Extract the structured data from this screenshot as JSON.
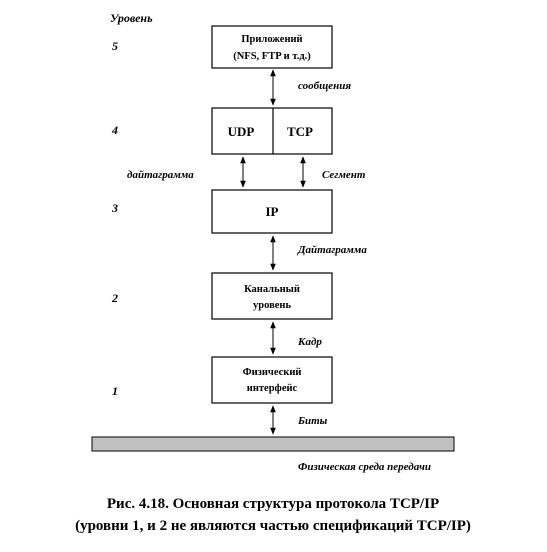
{
  "axis_title": "Уровень",
  "levels": [
    "5",
    "4",
    "3",
    "2",
    "1"
  ],
  "boxes": {
    "app_line1": "Приложений",
    "app_line2": "(NFS, FTP и т.д.)",
    "udp": "UDP",
    "tcp": "TCP",
    "ip": "IP",
    "link_line1": "Канальный",
    "link_line2": "уровень",
    "phys_line1": "Физический",
    "phys_line2": "интерфейс"
  },
  "arrow_labels": {
    "messages": "сообщения",
    "datagram_left": "дайтаграмма",
    "segment": "Сегмент",
    "datagram": "Дайтаграмма",
    "frame": "Кадр",
    "bits": "Биты"
  },
  "medium_label": "Физическая среда передачи",
  "caption": {
    "line1": "Рис. 4.18. Основная структура протокола TCP/IP",
    "line2": "(уровни 1, и 2 не являются частью спецификаций TCP/IP)"
  },
  "colors": {
    "stroke": "#000000",
    "medium_fill": "#c0c0c0",
    "background": "#ffffff"
  }
}
